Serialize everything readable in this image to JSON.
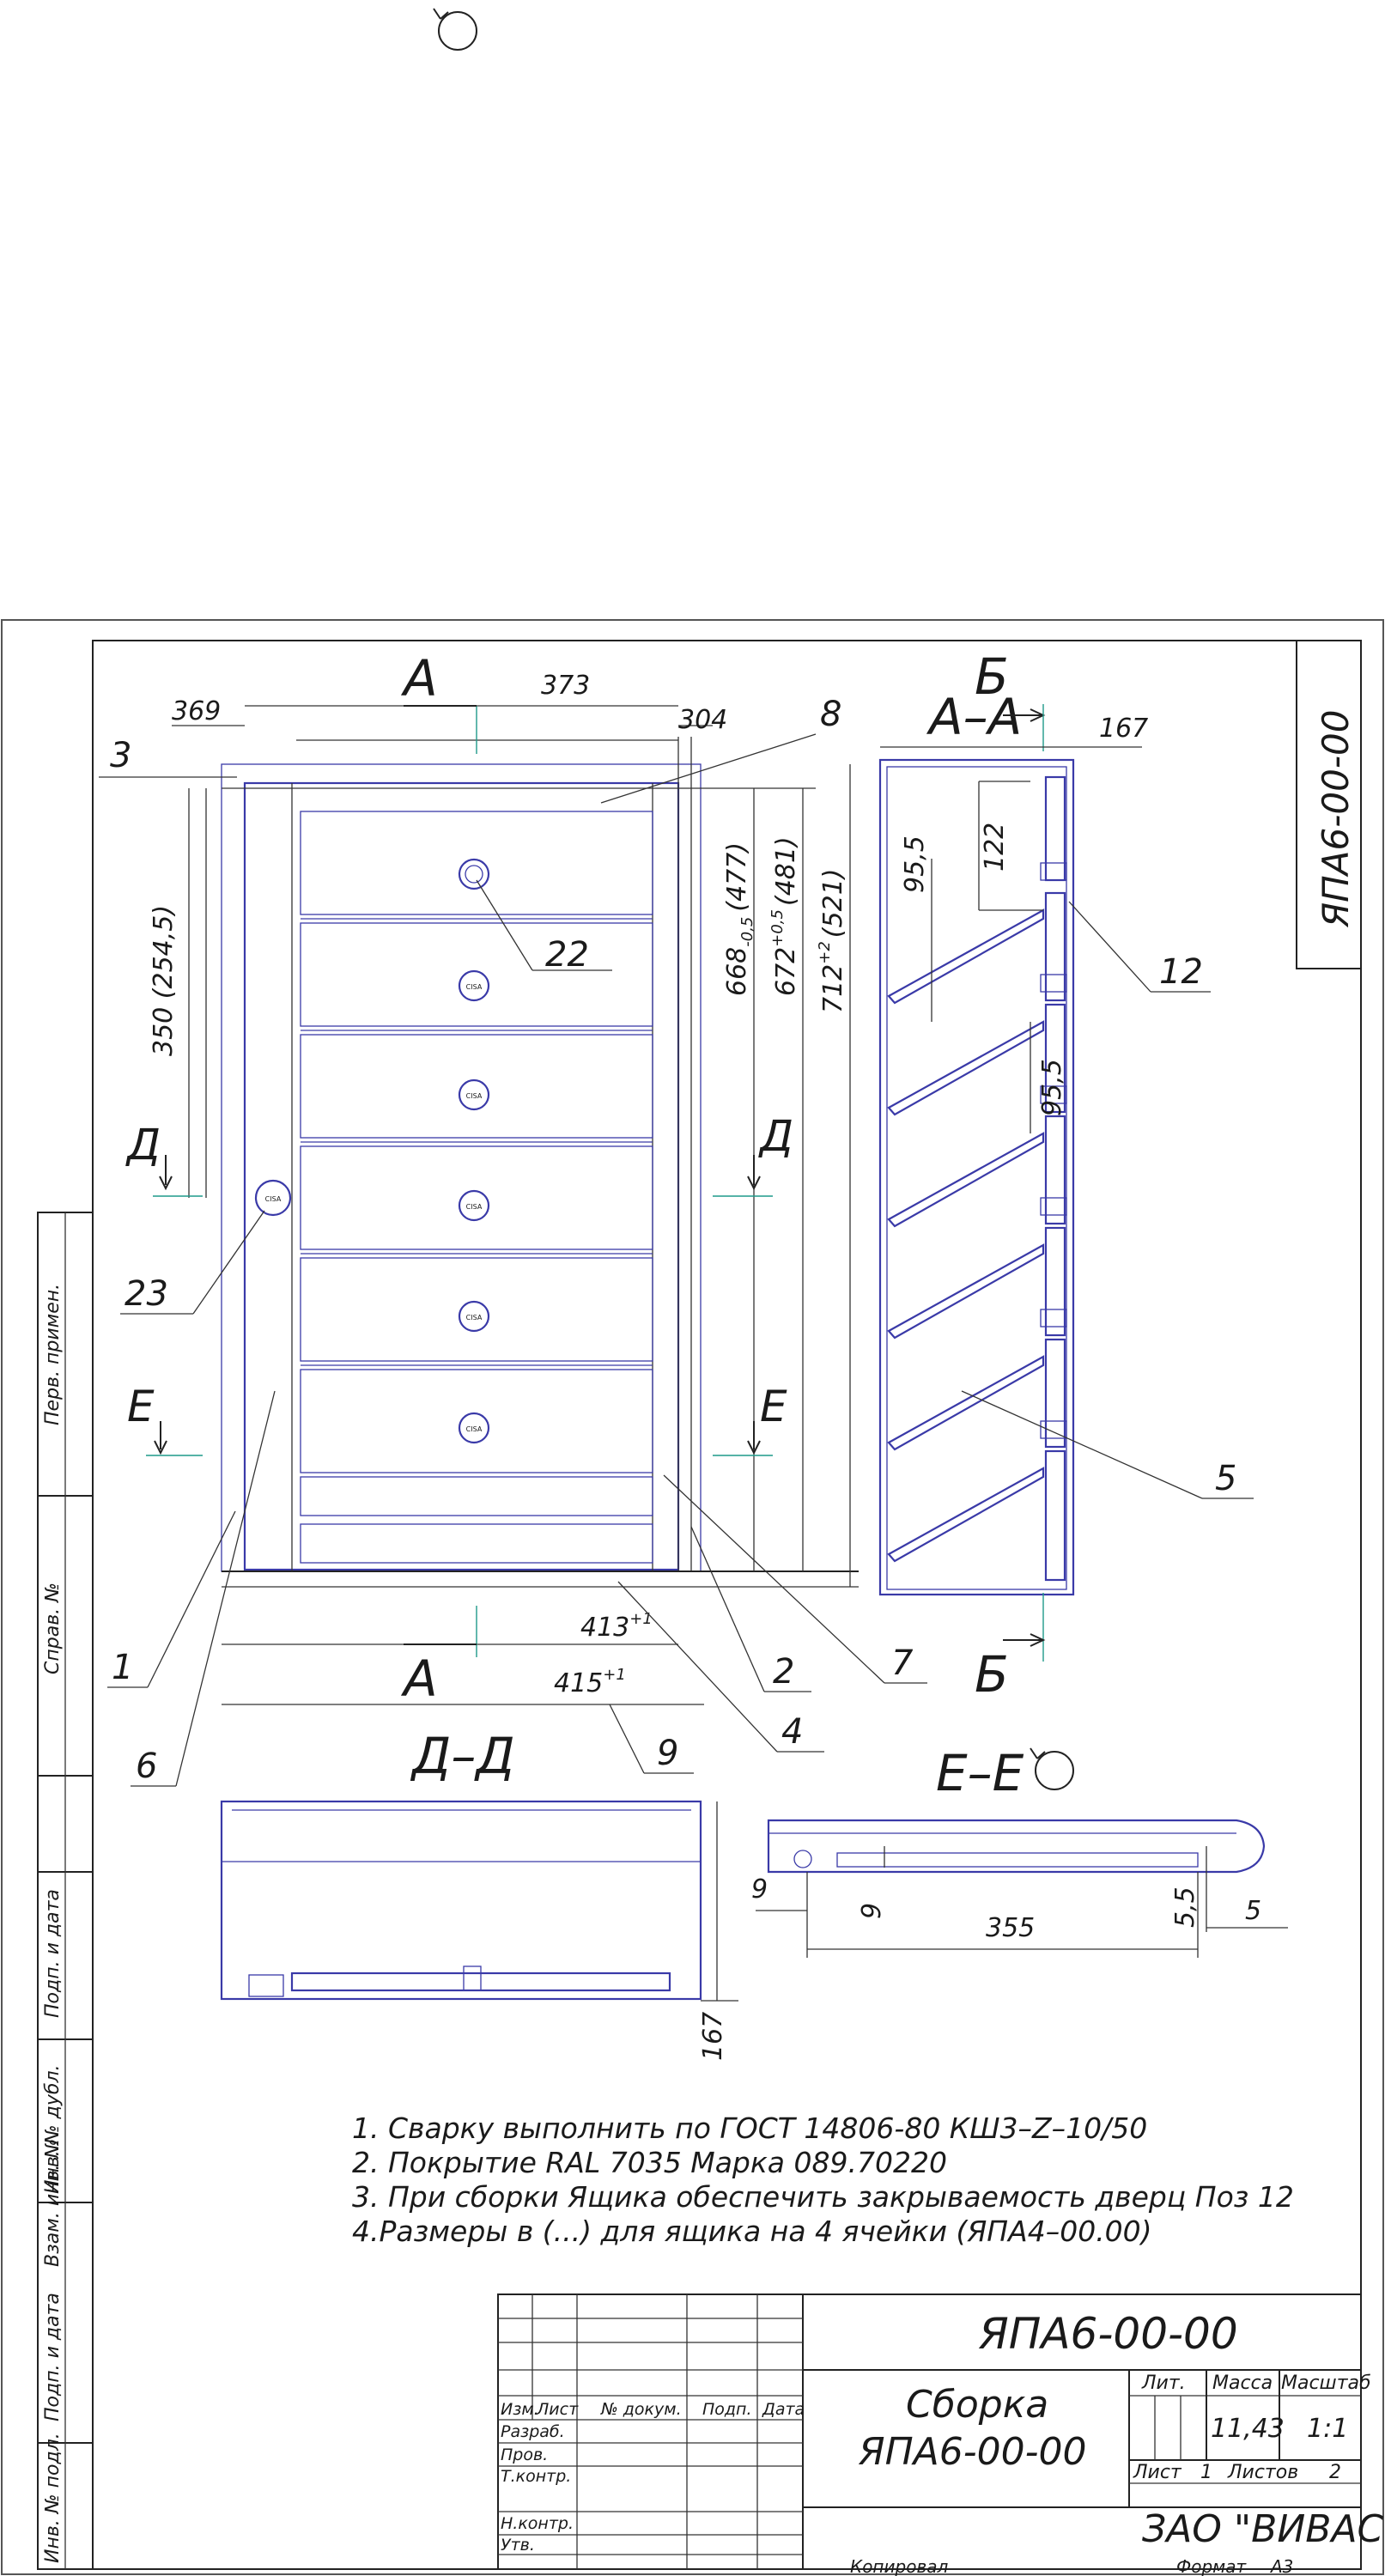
{
  "drawing": {
    "designation_side": "ЯПА6-00-00",
    "views": {
      "section_a": "А",
      "section_a_bottom": "А",
      "section_b": "Б",
      "section_b_bottom": "Б",
      "view_aa": "А–А",
      "view_dd": "Д–Д",
      "view_ee": "Е–Е",
      "mark_d_left": "Д",
      "mark_d_right": "Д",
      "mark_e_left": "Е",
      "mark_e_right": "Е"
    },
    "dimensions": {
      "d373": "373",
      "d369": "369",
      "d304": "304",
      "d350": "350 (254,5)",
      "d668": "668",
      "d668_tol": "-0,5",
      "d668_alt": "(477)",
      "d672": "672",
      "d672_tol": "+0,5",
      "d672_alt": "(481)",
      "d712": "712",
      "d712_tol": "+2",
      "d712_alt": "(521)",
      "d413": "413",
      "d413_tol": "+1",
      "d415": "415",
      "d415_tol": "+1",
      "d167_top": "167",
      "d122": "122",
      "d95_5_a": "95,5",
      "d95_5_b": "95,5",
      "d167_bottom": "167",
      "d9_a": "9",
      "d9_b": "9",
      "d355": "355",
      "d5_5": "5,5",
      "d5": "5"
    },
    "callouts": [
      "1",
      "2",
      "3",
      "4",
      "5",
      "6",
      "7",
      "8",
      "9",
      "12",
      "22",
      "23"
    ],
    "lock_label": "CISA"
  },
  "notes": [
    "1. Сварку выполнить по ГОСТ 14806-80 КШ3–Z–10/50",
    "2. Покрытие RAL  7035 Марка 089.70220",
    "3. При сборки Ящика обеспечить закрываемость дверц Поз 12",
    "4.Размеры в (...) для ящика на 4 ячейки (ЯПА4–00.00)"
  ],
  "side_strip": [
    "Перв. примен.",
    "Справ. №",
    "Подп. и дата",
    "Инв. № дубл.",
    "Взам. инв. №",
    "Подп. и дата",
    "Инв. № подл."
  ],
  "title_block": {
    "designation": "ЯПА6-00-00",
    "name_line1": "Сборка",
    "name_line2": "ЯПА6-00-00",
    "col_izm": "Изм.",
    "col_list": "Лист",
    "col_doc": "№ докум.",
    "col_podp": "Подп.",
    "col_data": "Дата",
    "row_razrab": "Разраб.",
    "row_prov": "Пров.",
    "row_tkontr": "Т.контр.",
    "row_nkontr": "Н.контр.",
    "row_utv": "Утв.",
    "lit_label": "Лит.",
    "mass_label": "Масса",
    "scale_label": "Масштаб",
    "mass_value": "11,43",
    "scale_value": "1:1",
    "sheet_label": "Лист",
    "sheet_value": "1",
    "sheets_label": "Листов",
    "sheets_value": "2",
    "company": "ЗАО \"ВИВАС\"",
    "copied": "Копировал",
    "format_label": "Формат",
    "format_value": "А3"
  }
}
